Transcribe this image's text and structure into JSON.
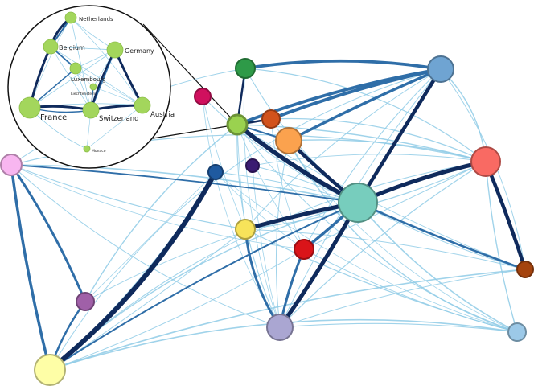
{
  "inset": {
    "countries": [
      {
        "id": "netherlands",
        "label": "Netherlands"
      },
      {
        "id": "belgium",
        "label": "Belgium"
      },
      {
        "id": "luxembourg",
        "label": "Luxembourg"
      },
      {
        "id": "liechtenstein",
        "label": "Liechtenstein"
      },
      {
        "id": "germany",
        "label": "Germany"
      },
      {
        "id": "france",
        "label": "France"
      },
      {
        "id": "switzerland",
        "label": "Switzerland"
      },
      {
        "id": "austria",
        "label": "Austria"
      },
      {
        "id": "monaco",
        "label": "Monaco"
      }
    ]
  },
  "colors": {
    "edge_dark": "#0f2a5c",
    "edge_mid": "#2f6ea8",
    "edge_light": "#8fcbe6",
    "inset_node": "#a3d65c",
    "inset_node_stroke": "#8bbd48"
  },
  "nodes": [
    {
      "id": "green-dark",
      "color": "#2e9a48"
    },
    {
      "id": "steel-blue",
      "color": "#6fa4d2"
    },
    {
      "id": "crimson",
      "color": "#d0105e"
    },
    {
      "id": "lime-cluster",
      "color": "#9ad24f"
    },
    {
      "id": "rust",
      "color": "#d2521c"
    },
    {
      "id": "orange",
      "color": "#fba24e"
    },
    {
      "id": "pink",
      "color": "#f8b6f0"
    },
    {
      "id": "navy",
      "color": "#1f5aa0"
    },
    {
      "id": "indigo",
      "color": "#3b1b72"
    },
    {
      "id": "teal-hub",
      "color": "#77cdbd"
    },
    {
      "id": "coral",
      "color": "#f96a63"
    },
    {
      "id": "yellow",
      "color": "#f7e35a"
    },
    {
      "id": "red",
      "color": "#da1419"
    },
    {
      "id": "brown",
      "color": "#a5440f"
    },
    {
      "id": "purple",
      "color": "#a060a8"
    },
    {
      "id": "lavender",
      "color": "#aaa6d2"
    },
    {
      "id": "light-blue",
      "color": "#9cc9e8"
    },
    {
      "id": "cream",
      "color": "#fefea6"
    }
  ]
}
